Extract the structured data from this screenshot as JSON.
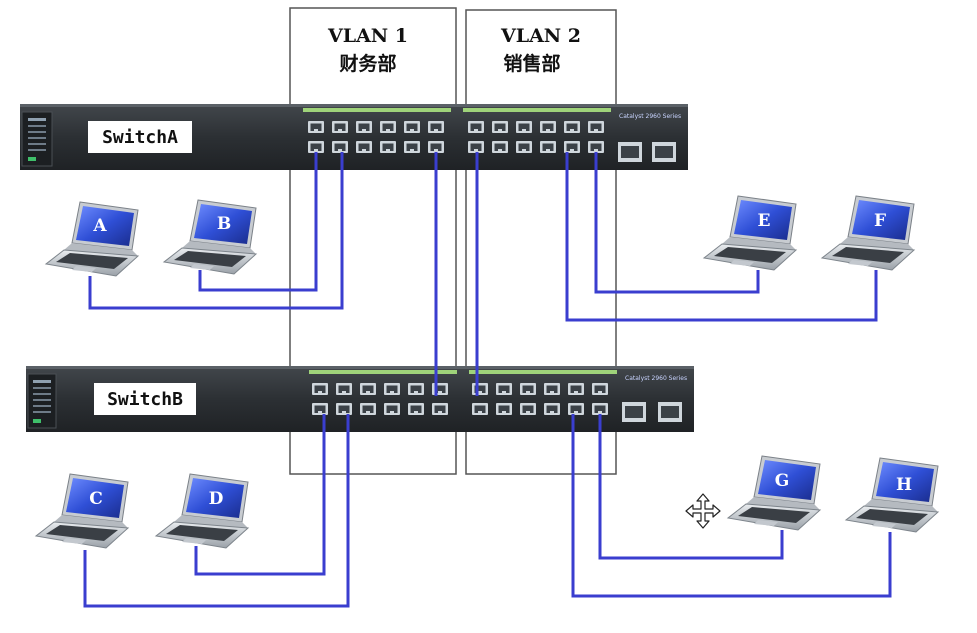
{
  "vlans": [
    {
      "name": "VLAN 1",
      "dept": "财务部"
    },
    {
      "name": "VLAN 2",
      "dept": "销售部"
    }
  ],
  "switches": [
    {
      "label": "SwitchA",
      "brand": "Catalyst 2960 Series"
    },
    {
      "label": "SwitchB",
      "brand": "Catalyst 2960 Series"
    }
  ],
  "laptops": [
    "A",
    "B",
    "C",
    "D",
    "E",
    "F",
    "G",
    "H"
  ],
  "colors": {
    "cable": "#3a3ecf",
    "switch_body": "#2e3236",
    "vlan_border": "#555555",
    "screen": "#2f4fd6"
  },
  "icons": [
    "move-cursor-icon"
  ]
}
